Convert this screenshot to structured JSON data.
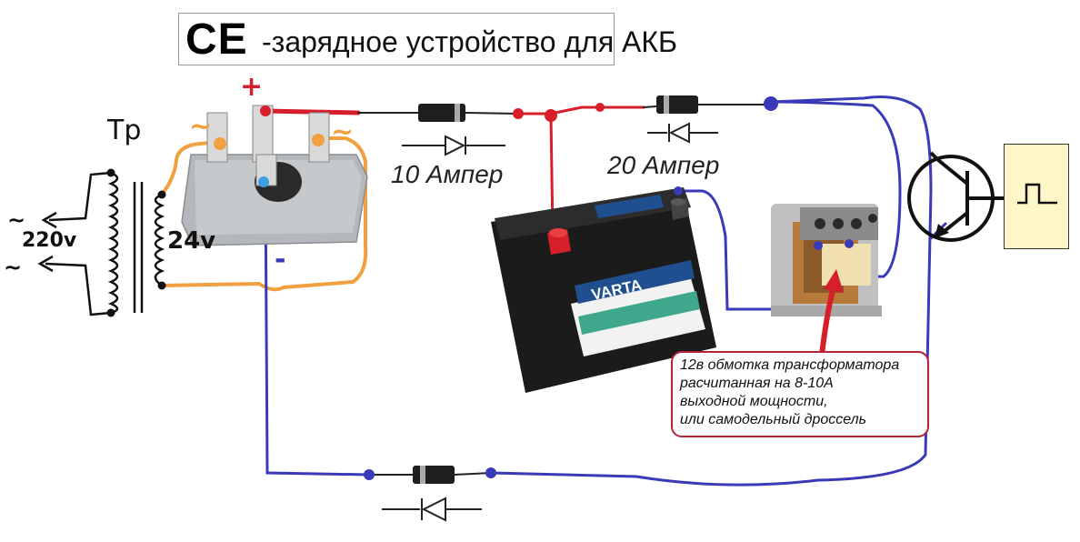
{
  "title": {
    "ce": "CE",
    "rest": "-зарядное устройство для АКБ"
  },
  "labels": {
    "transformer": "Tp",
    "mains_voltage": "220v",
    "secondary_voltage": "24v",
    "plus": "+",
    "minus": "-",
    "tilde_left": "~",
    "tilde_right": "~",
    "tilde_mains_top": "~",
    "tilde_mains_bottom": "~",
    "diode_top_left_rating": "10 Ампер",
    "diode_top_right_rating": "20 Ампер"
  },
  "battery": {
    "brand": "VARTA"
  },
  "note": {
    "lines": [
      "12в обмотка трансформатора",
      "расчитанная на  8-10А",
      "выходной мощности,",
      "или самодельный дроссель"
    ]
  },
  "colors": {
    "red_wire": "#d61f2a",
    "blue_wire": "#3a3ab8",
    "orange_wire": "#f0a040",
    "note_border": "#b3243a",
    "osc_bg": "#fff6c8"
  }
}
